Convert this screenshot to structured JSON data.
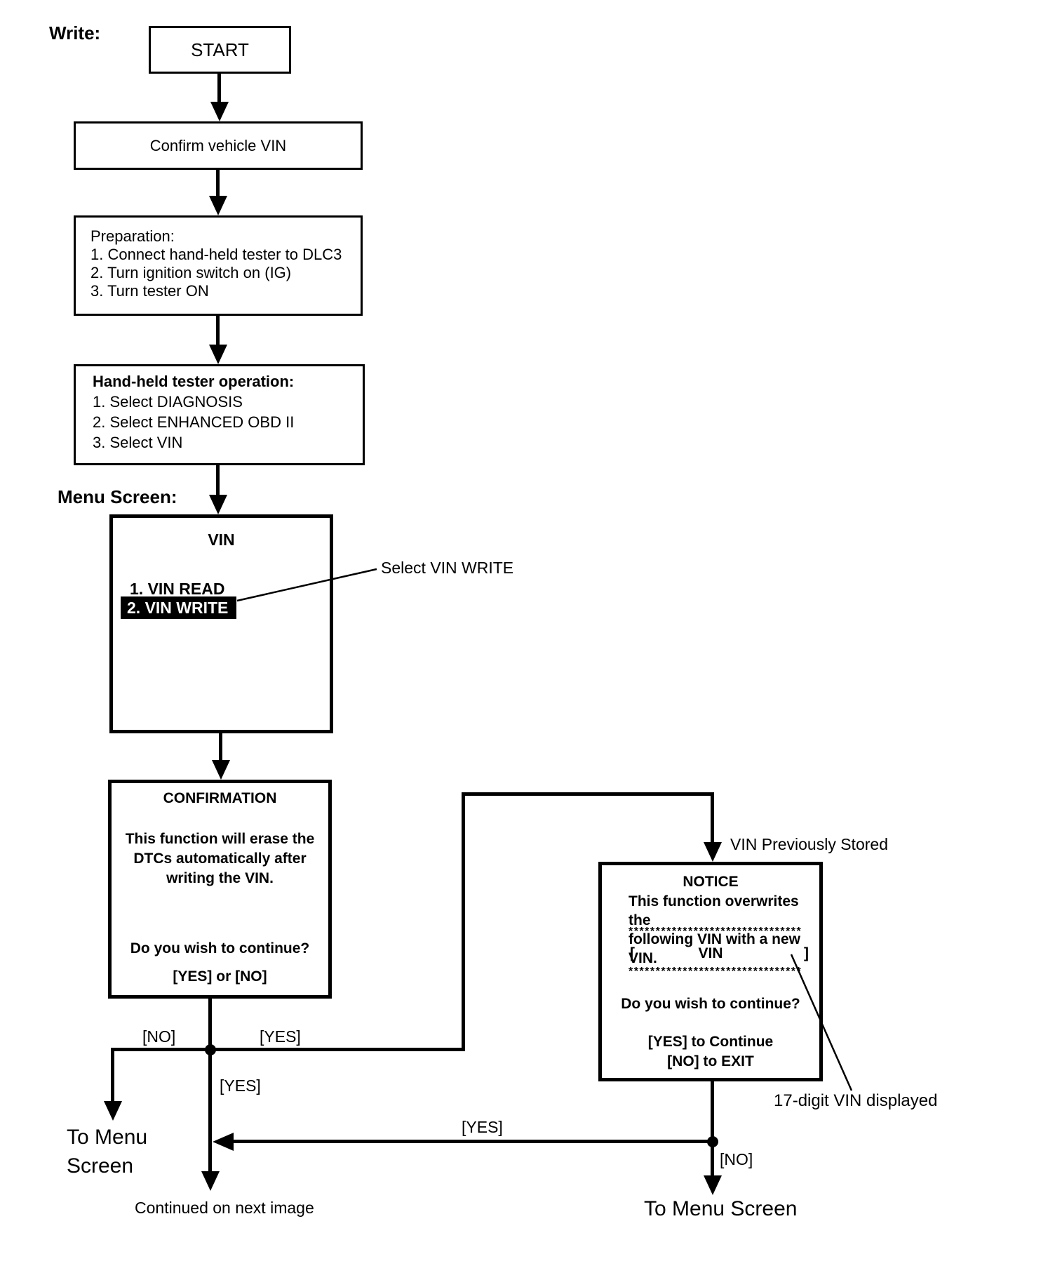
{
  "title_label": "Write:",
  "section_label": "Menu Screen:",
  "nodes": {
    "start": {
      "label": "START"
    },
    "confirm_vin": {
      "label": "Confirm vehicle VIN"
    },
    "preparation": {
      "title": "Preparation:",
      "steps": [
        "1. Connect hand-held tester to DLC3",
        "2. Turn ignition switch on (IG)",
        "3. Turn tester ON"
      ]
    },
    "tester_operation": {
      "title": "Hand-held tester operation:",
      "steps": [
        "1. Select DIAGNOSIS",
        "2. Select ENHANCED OBD II",
        "3. Select VIN"
      ]
    },
    "vin_menu": {
      "title": "VIN",
      "item_read": "1. VIN READ",
      "item_write": "2. VIN WRITE"
    },
    "confirmation": {
      "title": "CONFIRMATION",
      "body": [
        "This function will erase the",
        "DTCs automatically after",
        "writing the VIN."
      ],
      "question": "Do you wish to continue?",
      "options": "[YES] or [NO]"
    },
    "notice": {
      "title": "NOTICE",
      "body": [
        "This function overwrites the",
        "following VIN with a new VIN."
      ],
      "asterisk_row": "********************************",
      "vin_field": {
        "open": "[",
        "label": "VIN",
        "close": "]"
      },
      "question": "Do you wish to continue?",
      "yes_line": "[YES] to Continue",
      "no_line": "[NO] to EXIT"
    }
  },
  "annotations": {
    "select_vin_write": "Select VIN WRITE",
    "vin_previously_stored": "VIN Previously Stored",
    "vin_displayed": "17-digit VIN displayed"
  },
  "edges": {
    "confirmation_no": "[NO]",
    "confirmation_yes_right": "[YES]",
    "confirmation_yes_down": "[YES]",
    "notice_yes": "[YES]",
    "notice_no": "[NO]"
  },
  "exits": {
    "to_menu_left_line1": "To Menu",
    "to_menu_left_line2": "Screen",
    "to_menu_right": "To Menu Screen",
    "continued": "Continued on next image"
  },
  "colors": {
    "ink": "#000000",
    "background": "#ffffff",
    "highlight_bg": "#000000",
    "highlight_text": "#ffffff"
  }
}
